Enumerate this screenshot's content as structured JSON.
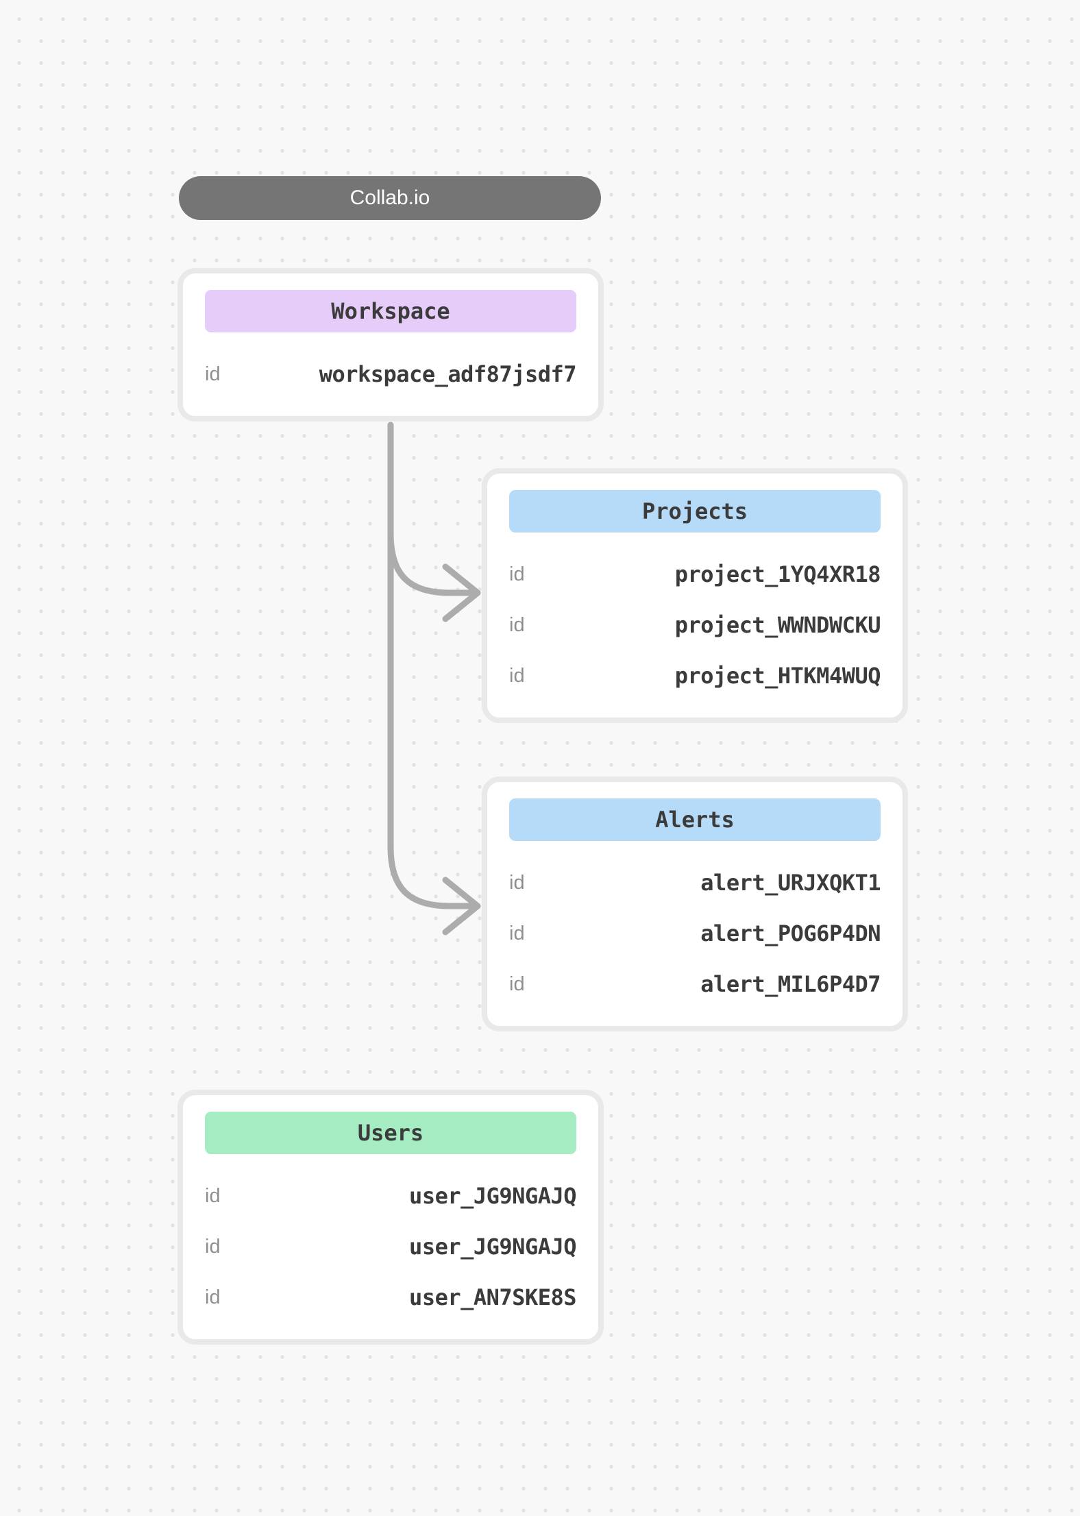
{
  "app": {
    "title": "Collab.io"
  },
  "colors": {
    "pill_bg": "#757575",
    "workspace_header": "#e5ccf9",
    "projects_header": "#b5dbf8",
    "alerts_header": "#b5dbf8",
    "users_header": "#a6ecc2",
    "connector": "#acacac",
    "card_border": "#e9e9e9",
    "value_text": "#3b3b3b",
    "label_text": "#8f8f8f"
  },
  "entities": {
    "workspace": {
      "title": "Workspace",
      "rows": [
        {
          "label": "id",
          "value": "workspace_adf87jsdf7"
        }
      ]
    },
    "projects": {
      "title": "Projects",
      "rows": [
        {
          "label": "id",
          "value": "project_1YQ4XR18"
        },
        {
          "label": "id",
          "value": "project_WWNDWCKU"
        },
        {
          "label": "id",
          "value": "project_HTKM4WUQ"
        }
      ]
    },
    "alerts": {
      "title": "Alerts",
      "rows": [
        {
          "label": "id",
          "value": "alert_URJXQKT1"
        },
        {
          "label": "id",
          "value": "alert_POG6P4DN"
        },
        {
          "label": "id",
          "value": "alert_MIL6P4D7"
        }
      ]
    },
    "users": {
      "title": "Users",
      "rows": [
        {
          "label": "id",
          "value": "user_JG9NGAJQ"
        },
        {
          "label": "id",
          "value": "user_JG9NGAJQ"
        },
        {
          "label": "id",
          "value": "user_AN7SKE8S"
        }
      ]
    }
  },
  "connections": [
    {
      "from": "Workspace",
      "to": "Projects"
    },
    {
      "from": "Workspace",
      "to": "Alerts"
    }
  ]
}
